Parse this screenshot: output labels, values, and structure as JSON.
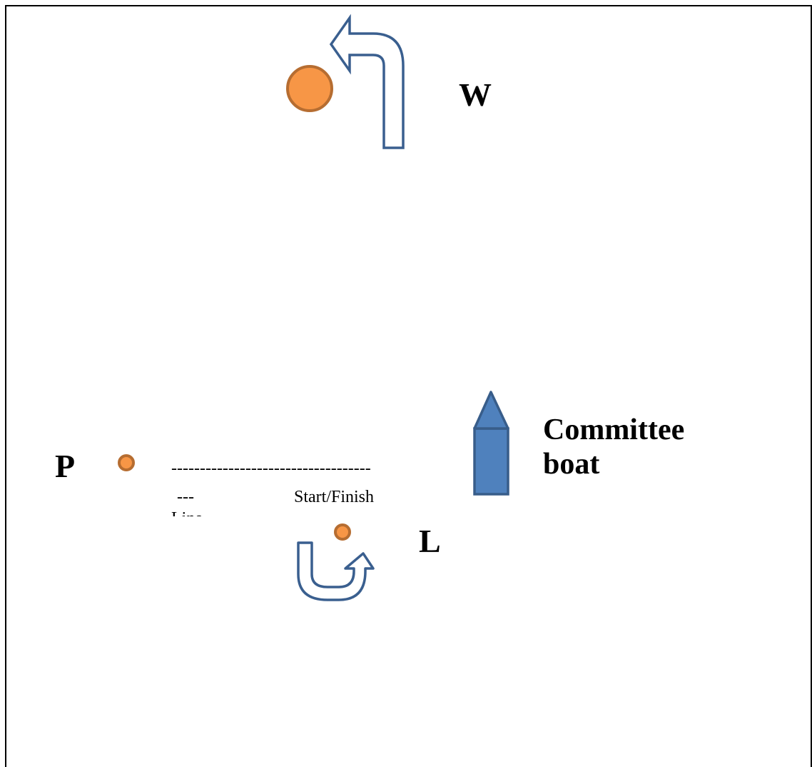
{
  "labels": {
    "windward_mark": "W",
    "pin_mark": "P",
    "leeward_mark": "L",
    "committee_boat_line1": "Committee",
    "committee_boat_line2": "boat"
  },
  "start_finish": {
    "dashes_row1": "-----------------------------------",
    "dashes_row2": "---",
    "caption": "Start/Finish",
    "caption_cut": "Line"
  },
  "colors": {
    "mark_fill": "#f79646",
    "mark_stroke": "#b66d31",
    "arrow_stroke": "#3a5f8f",
    "boat_fill": "#4f81bd",
    "boat_stroke": "#385d8a",
    "frame": "#000000"
  },
  "icons": {
    "windward_arrow": "turn-left-arrow-icon",
    "leeward_arrow": "u-turn-arrow-icon",
    "committee_boat": "boat-icon",
    "mark": "buoy-icon"
  }
}
